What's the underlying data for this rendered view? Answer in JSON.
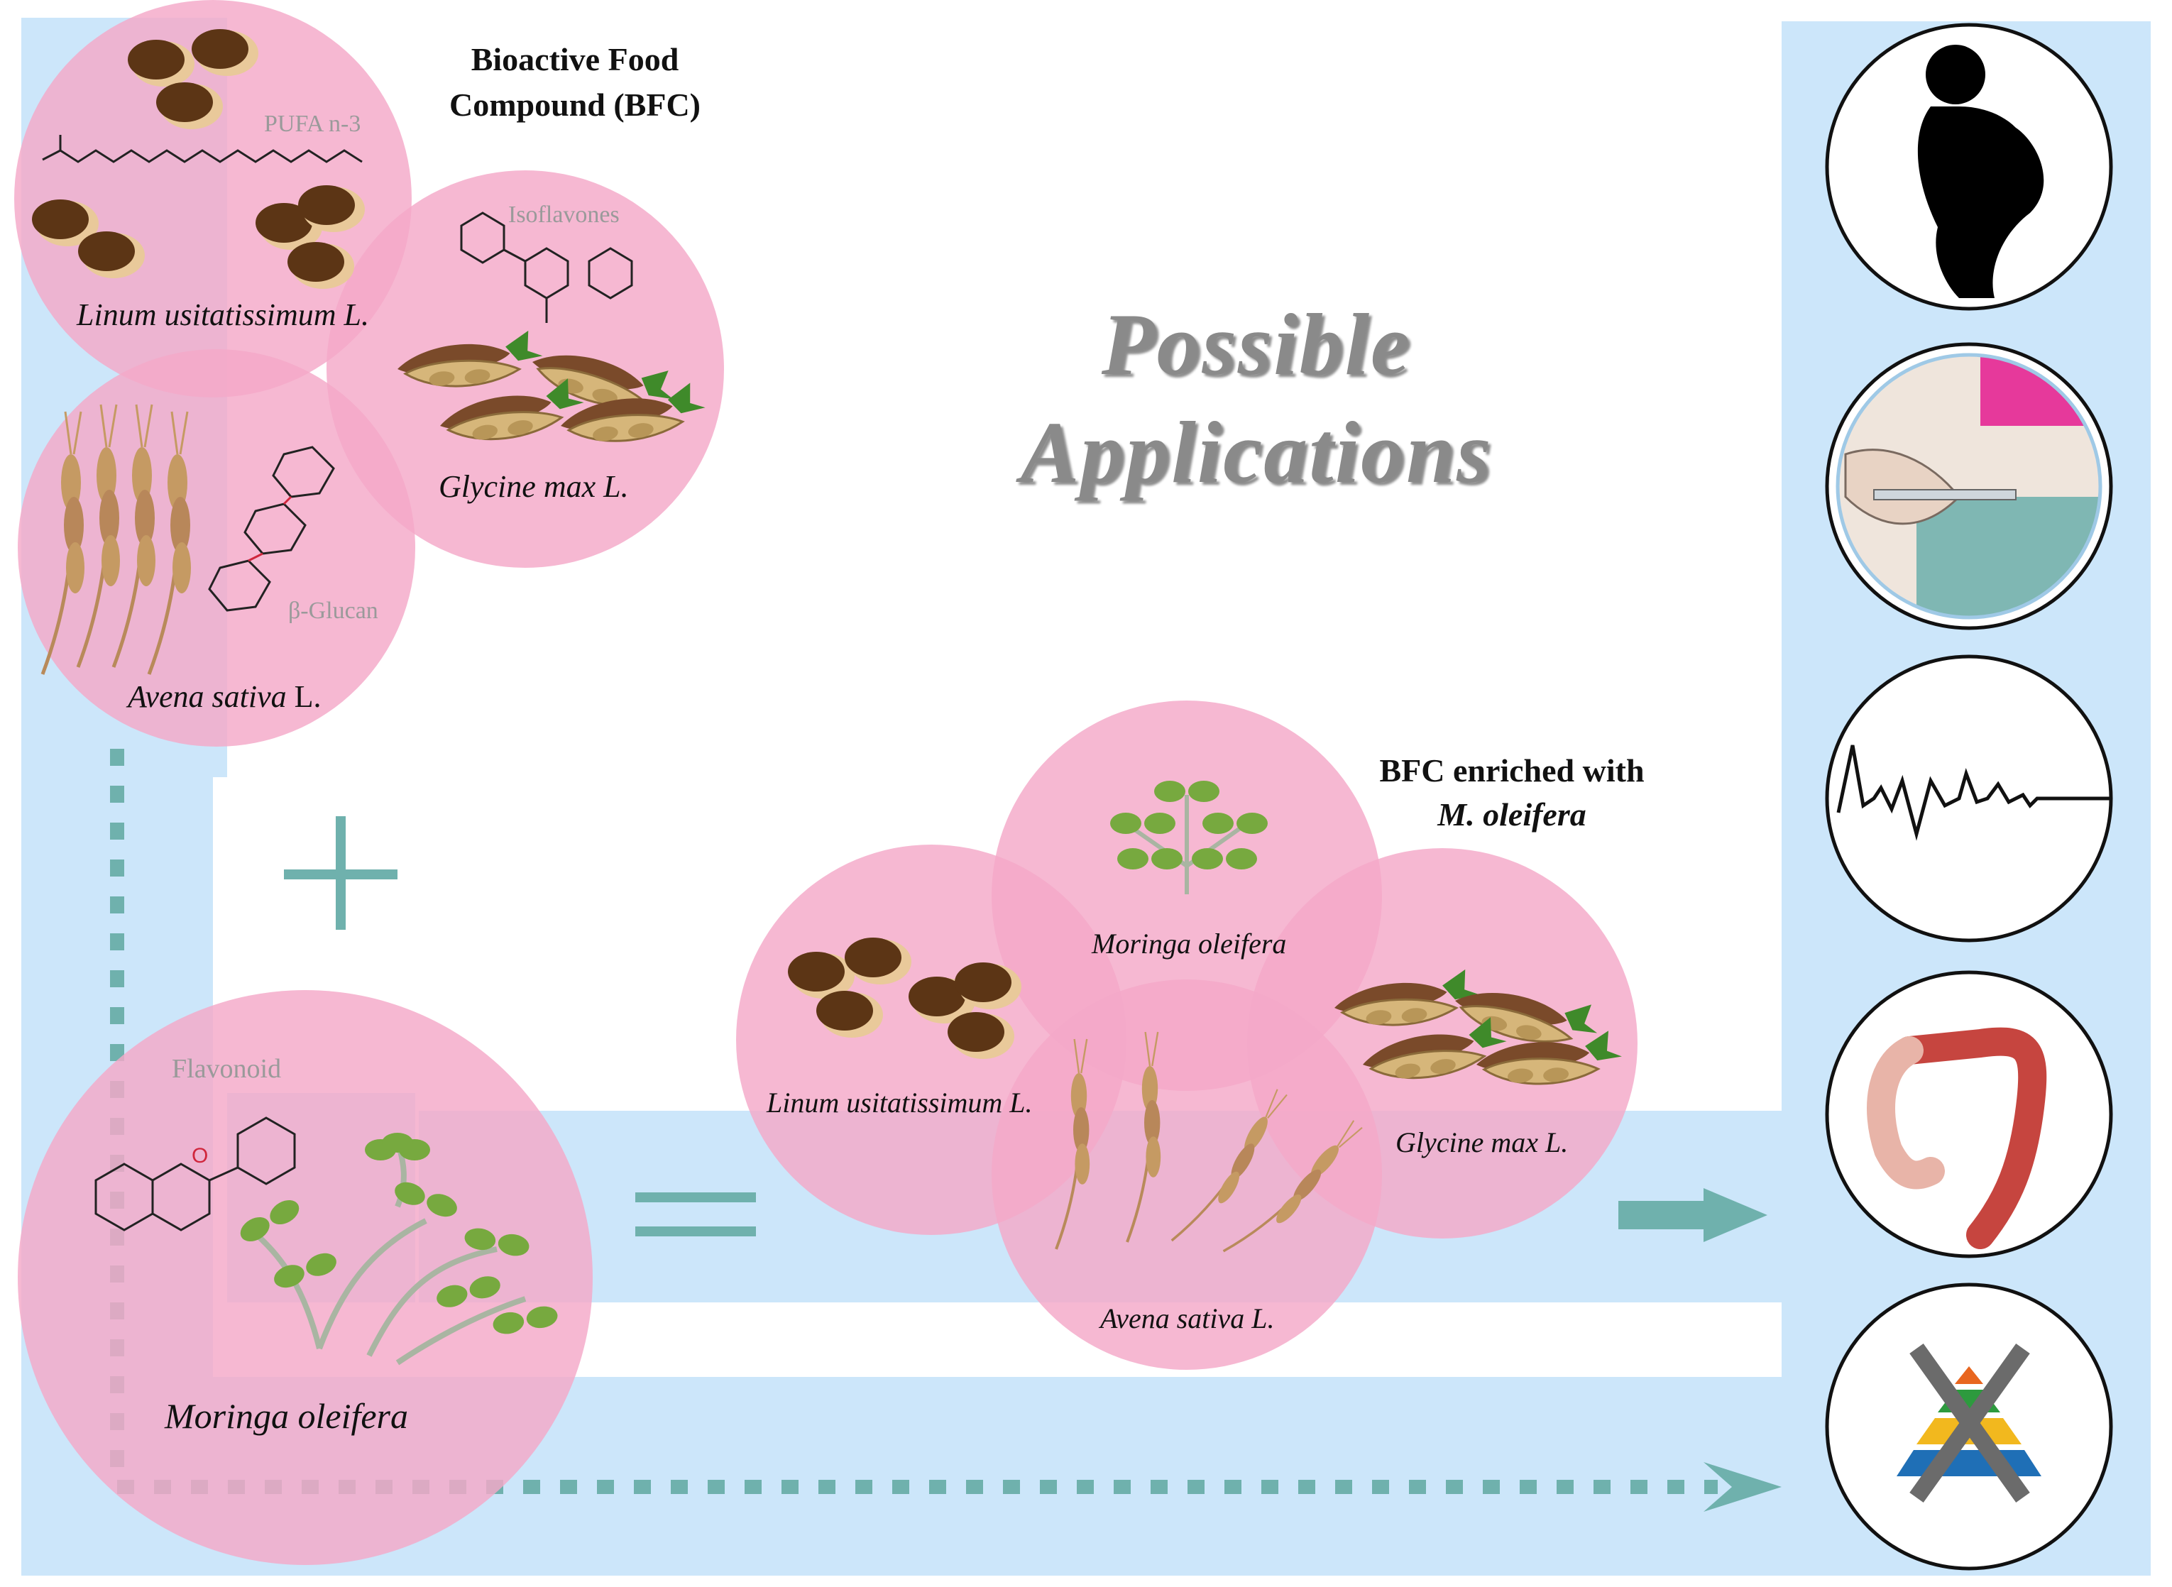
{
  "title": {
    "line1": "Bioactive Food",
    "line2": "Compound (BFC)"
  },
  "main_heading": {
    "line1": "Possible",
    "line2": "Applications"
  },
  "enriched": {
    "line1": "BFC enriched with",
    "line2": "M. oleifera"
  },
  "left_plants": {
    "linum": {
      "name": "Linum usitatissimum L.",
      "compound": "PUFA n-3"
    },
    "glycine": {
      "name": "Glycine max L.",
      "compound": "Isoflavones"
    },
    "avena": {
      "name_italic": "Avena sativa",
      "name_suffix": " L.",
      "compound": "β-Glucan"
    },
    "moringa": {
      "name": "Moringa oleifera",
      "compound": "Flavonoid"
    }
  },
  "right_plants": {
    "moringa": "Moringa oleifera",
    "linum": "Linum usitatissimum L.",
    "glycine": "Glycine max L.",
    "avena": "Avena sativa L."
  },
  "applications": [
    {
      "icon": "obesity-silhouette-icon"
    },
    {
      "icon": "insulin-injection-icon"
    },
    {
      "icon": "ecg-waveform-icon"
    },
    {
      "icon": "colon-icon"
    },
    {
      "icon": "food-pyramid-crossed-icon"
    }
  ],
  "colors": {
    "panel_blue": "#cce6fa",
    "circle_pink": "#f4a8c8",
    "teal": "#6fb1ad",
    "seed_brown": "#5c3515",
    "seed_tan": "#e9c99a",
    "leaf_green": "#77a93f"
  }
}
